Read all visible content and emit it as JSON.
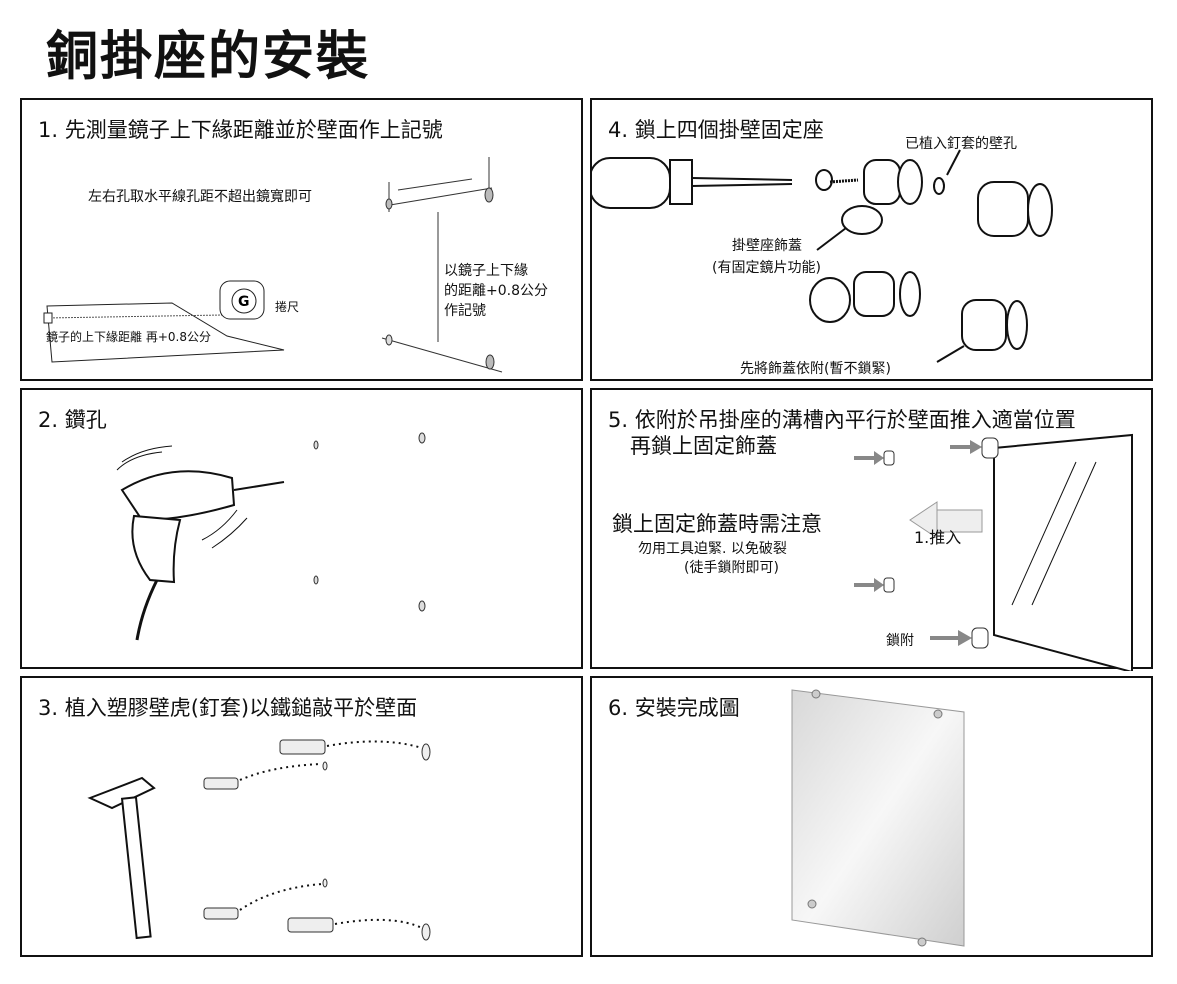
{
  "title": "銅掛座的安裝",
  "panels": [
    {
      "heading": "1. 先測量鏡子上下緣距離並於壁面作上記號",
      "notes": [
        "左右孔取水平線孔距不超出鏡寬即可",
        "以鏡子上下緣",
        "的距離+0.8公分",
        "作記號",
        "捲尺",
        "鏡子的上下緣距離  再+0.8公分"
      ]
    },
    {
      "heading": "2. 鑽孔"
    },
    {
      "heading": "3. 植入塑膠壁虎(釘套)以鐵鎚敲平於壁面"
    },
    {
      "heading": "4. 鎖上四個掛壁固定座",
      "notes": [
        "已植入釘套的壁孔",
        "掛壁座飾蓋",
        "(有固定鏡片功能)",
        "先將飾蓋依附(暫不鎖緊)"
      ]
    },
    {
      "heading": "5. 依附於吊掛座的溝槽內平行於壁面推入適當位置",
      "heading2": "再鎖上固定飾蓋",
      "notes": [
        "鎖上固定飾蓋時需注意",
        "勿用工具迫緊. 以免破裂",
        "(徒手鎖附即可)",
        "1.推入",
        "鎖附"
      ]
    },
    {
      "heading": "6. 安裝完成圖"
    }
  ]
}
